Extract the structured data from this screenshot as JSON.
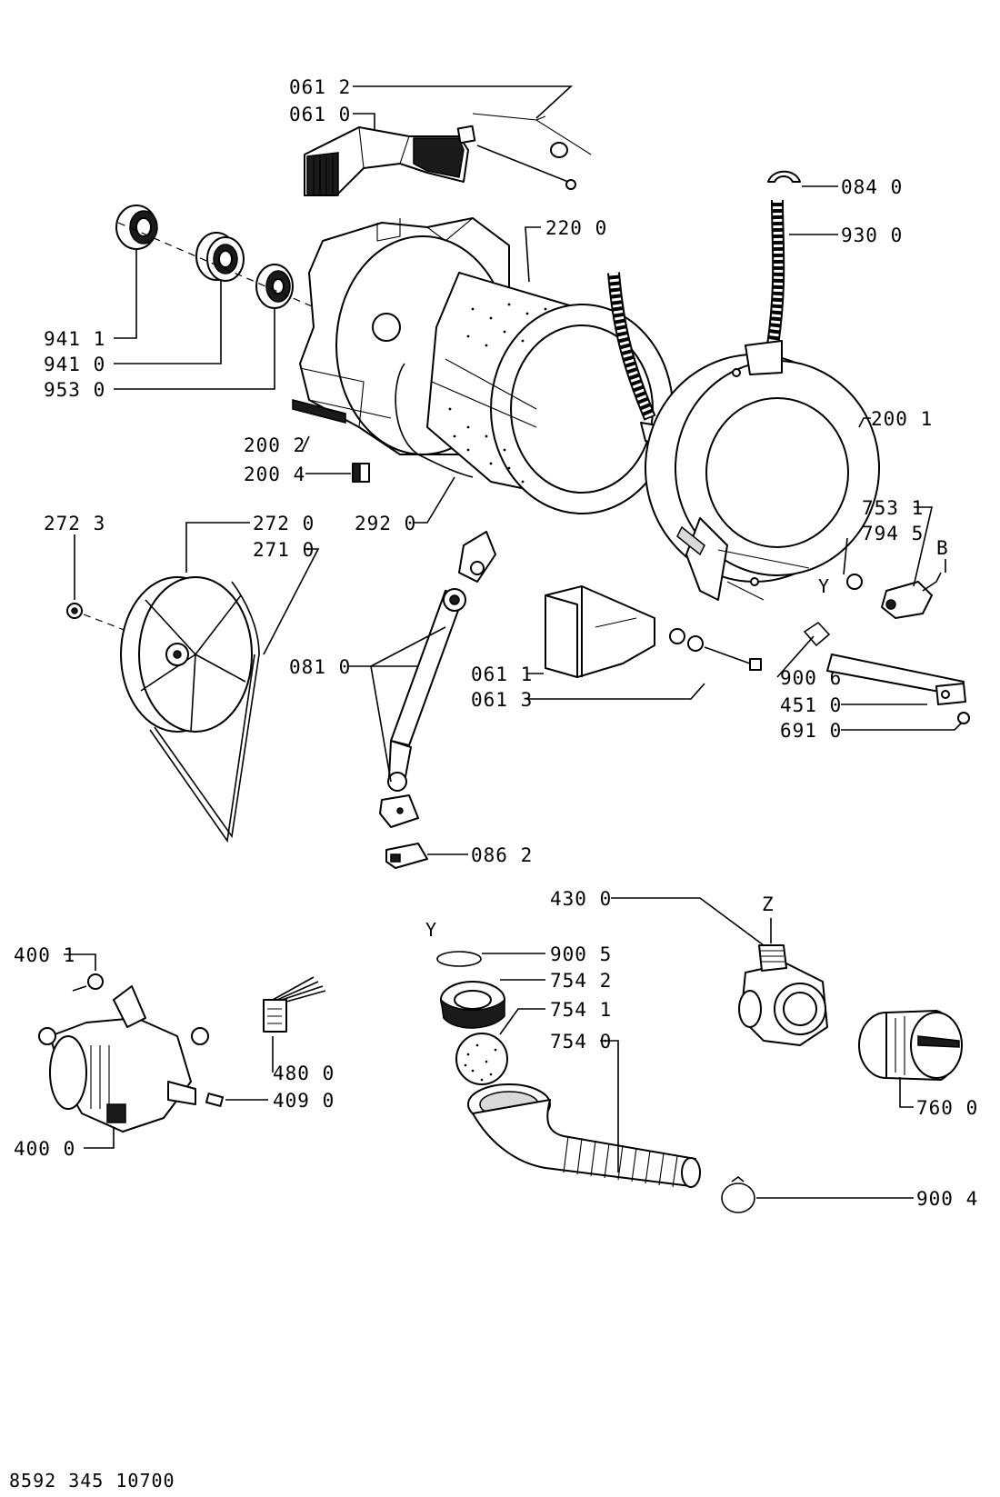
{
  "parts": {
    "p0612": "061 2",
    "p0610": "061 0",
    "p0840": "084 0",
    "p9300": "930 0",
    "p2200": "220 0",
    "p9411": "941 1",
    "p9410": "941 0",
    "p9530": "953 0",
    "p2002": "200 2",
    "p2001": "200 1",
    "p2004": "200 4",
    "p2723": "272 3",
    "p2720": "272 0",
    "p2710": "271 0",
    "p2920": "292 0",
    "p7531": "753 1",
    "p7945": "794 5",
    "pB": "B",
    "pY1": "Y",
    "p0810": "081 0",
    "p0611": "061 1",
    "p0613": "061 3",
    "p9006": "900 6",
    "p4510": "451 0",
    "p6910": "691 0",
    "p0862": "086 2",
    "p4300": "430 0",
    "pZ": "Z",
    "pY2": "Y",
    "p9005": "900 5",
    "p7542": "754 2",
    "p7541": "754 1",
    "p7540": "754 0",
    "p4001": "400 1",
    "p4800": "480 0",
    "p4090": "409 0",
    "p4000": "400 0",
    "p7600": "760 0",
    "p9004": "900 4"
  },
  "footer": {
    "document_number": "8592 345 10700"
  }
}
